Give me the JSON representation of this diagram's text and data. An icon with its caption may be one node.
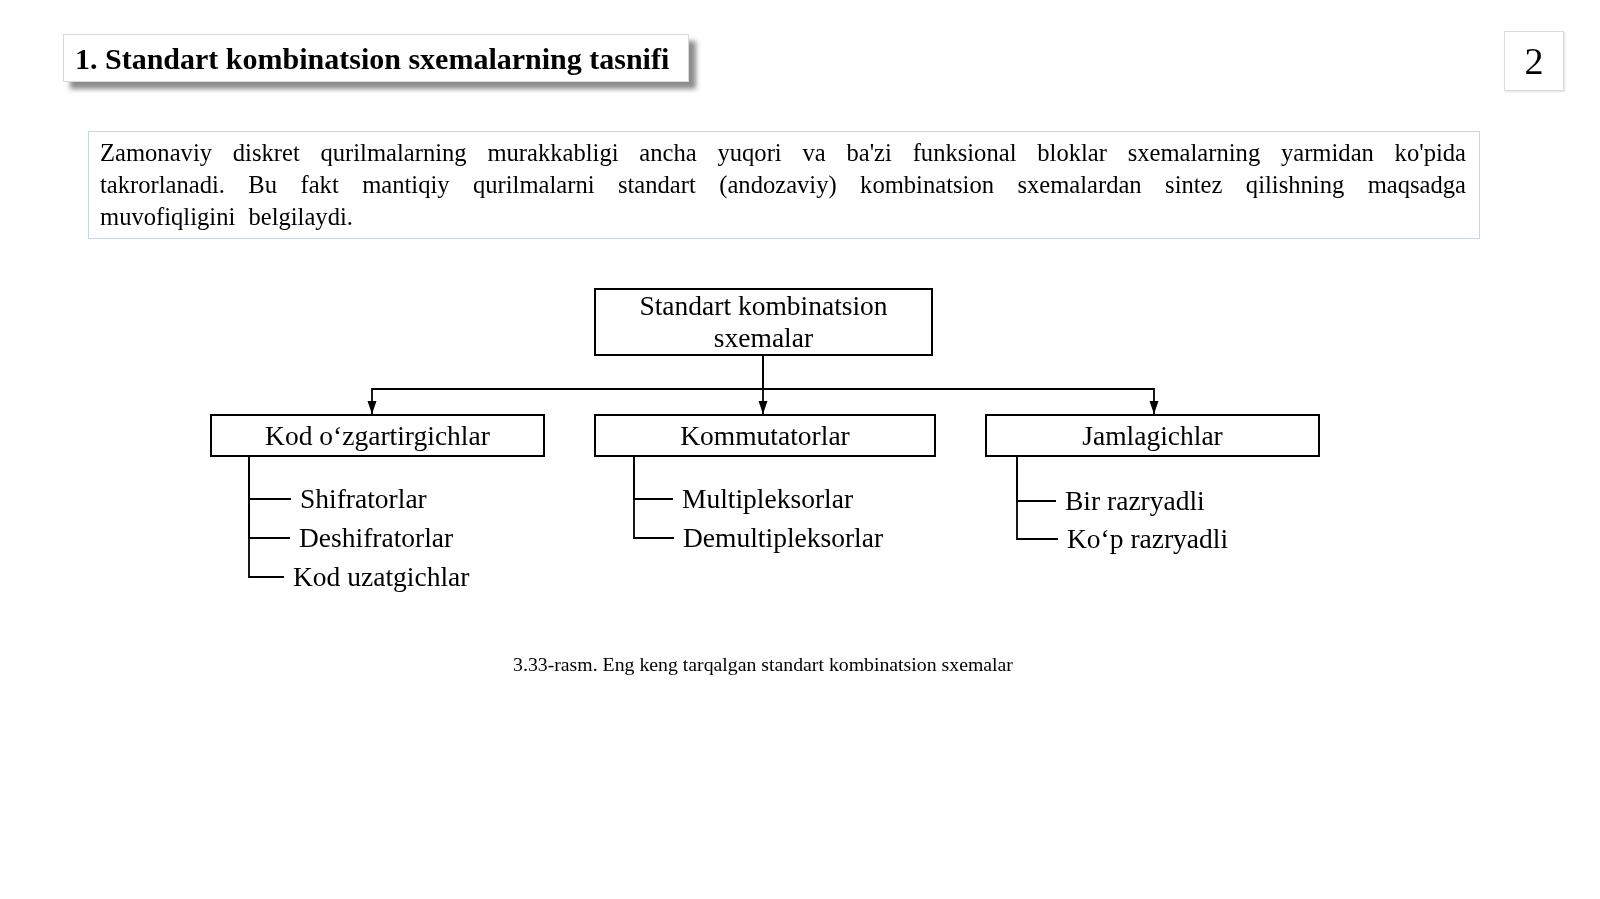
{
  "diagram": {
    "title": "1. Standart kombinatsion sxemalarning tasnifi",
    "caption": "3.33-rasm. Eng keng tarqalgan standart kombinatsion sxemalar",
    "nodes": [
      {
        "text": [
          "2"
        ]
      },
      {
        "text": [
          "Zamonaviy diskret qurilmalarning murakkabligi ancha yuqori va ba'zi funksional bloklar sxemalarning yarmidan ko'pida takrorlanadi. Bu fakt mantiqiy qurilmalarni standart (andozaviy) kombinatsion sxemalardan sintez qilishning maqsadga muvofiqligini belgilaydi."
        ]
      },
      {
        "text": [
          "Standart kombinatsion sxemalar"
        ]
      },
      {
        "text": [
          "Kod o‘zgartirgichlar"
        ]
      },
      {
        "text": [
          "Kommutatorlar"
        ]
      },
      {
        "text": [
          "Jamlagichlar"
        ]
      },
      {
        "text": [
          "Shifratorlar"
        ]
      },
      {
        "text": [
          "Deshifratorlar"
        ]
      },
      {
        "text": [
          "Kod uzatgichlar"
        ]
      },
      {
        "text": [
          "Multipleksorlar"
        ]
      },
      {
        "text": [
          "Demultipleksorlar"
        ]
      },
      {
        "text": [
          "Bir razryadli"
        ]
      },
      {
        "text": [
          "Ko‘p razryadli"
        ]
      }
    ],
    "edges": [
      {
        "from": 2,
        "to": 3,
        "arrow": "to"
      },
      {
        "from": 2,
        "to": 4,
        "arrow": "to"
      },
      {
        "from": 2,
        "to": 5,
        "arrow": "to"
      },
      {
        "from": 3,
        "to": 6,
        "arrow": "none"
      },
      {
        "from": 3,
        "to": 7,
        "arrow": "none"
      },
      {
        "from": 3,
        "to": 8,
        "arrow": "none"
      },
      {
        "from": 4,
        "to": 9,
        "arrow": "none"
      },
      {
        "from": 4,
        "to": 10,
        "arrow": "none"
      },
      {
        "from": 5,
        "to": 11,
        "arrow": "none"
      },
      {
        "from": 5,
        "to": 12,
        "arrow": "none"
      }
    ]
  }
}
